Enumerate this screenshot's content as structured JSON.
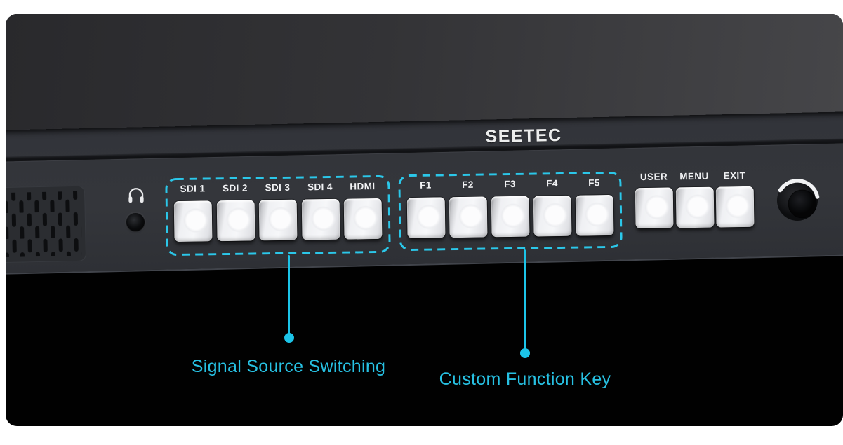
{
  "device": {
    "brand_logo": "SEETEC",
    "signal_keys": [
      "SDI 1",
      "SDI 2",
      "SDI 3",
      "SDI 4",
      "HDMI"
    ],
    "function_keys": [
      "F1",
      "F2",
      "F3",
      "F4",
      "F5"
    ],
    "menu_keys": [
      "USER",
      "MENU",
      "EXIT"
    ]
  },
  "callouts": {
    "signal_group_label": "Signal Source Switching",
    "function_group_label": "Custom Function Key",
    "accent_color": "#29c6e8"
  }
}
